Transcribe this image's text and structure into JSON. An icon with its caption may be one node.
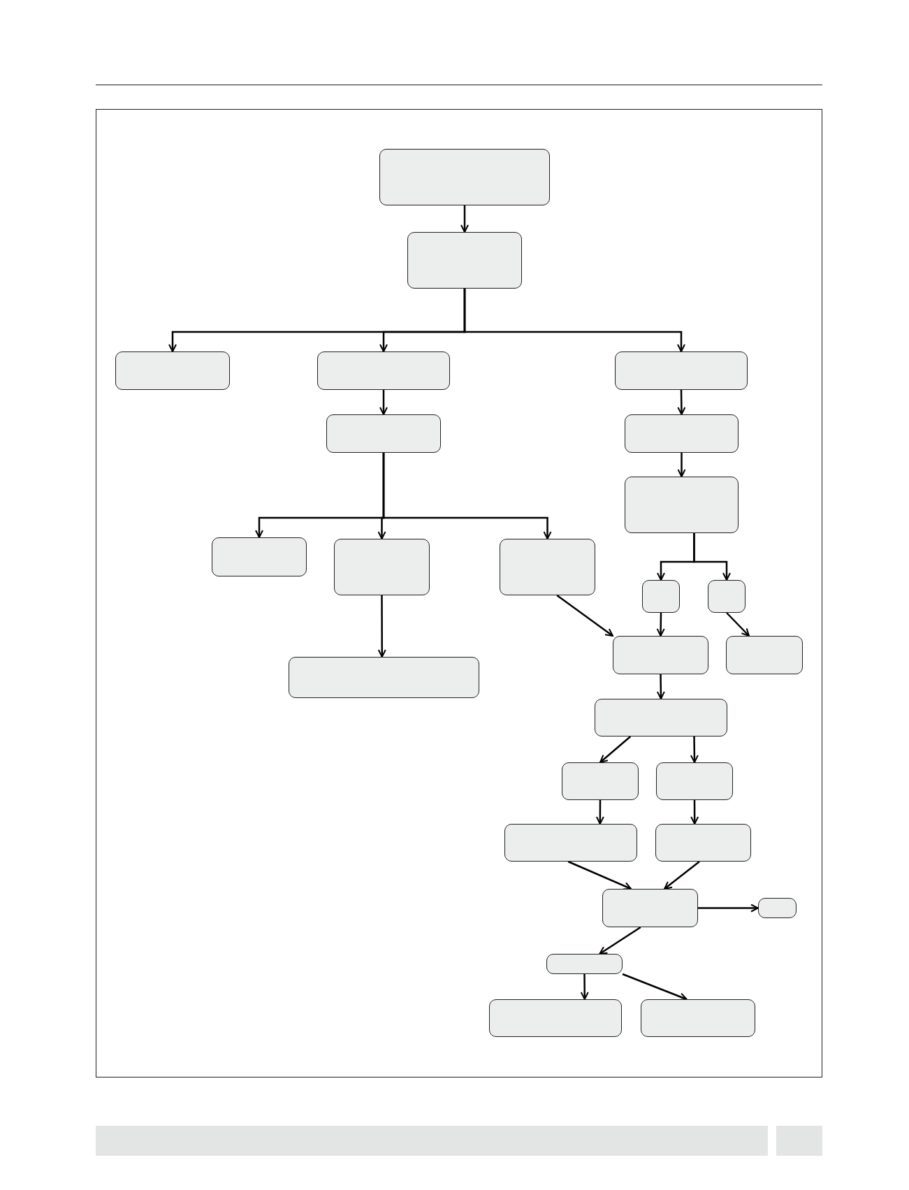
{
  "diagram": {
    "nodes": [
      {
        "text": [],
        "shape": "box"
      },
      {
        "text": [],
        "shape": "box"
      },
      {
        "text": [],
        "shape": "box"
      },
      {
        "text": [],
        "shape": "box"
      },
      {
        "text": [],
        "shape": "box"
      },
      {
        "text": [],
        "shape": "box"
      },
      {
        "text": [],
        "shape": "box"
      },
      {
        "text": [],
        "shape": "box"
      },
      {
        "text": [],
        "shape": "box"
      },
      {
        "text": [],
        "shape": "box"
      },
      {
        "text": [],
        "shape": "box"
      },
      {
        "text": [],
        "shape": "box"
      },
      {
        "text": [],
        "shape": "box"
      },
      {
        "text": [],
        "shape": "box"
      },
      {
        "text": [],
        "shape": "box"
      },
      {
        "text": [],
        "shape": "box"
      },
      {
        "text": [],
        "shape": "box"
      },
      {
        "text": [],
        "shape": "box"
      },
      {
        "text": [],
        "shape": "box"
      },
      {
        "text": [],
        "shape": "box"
      },
      {
        "text": [],
        "shape": "box"
      },
      {
        "text": [],
        "shape": "box"
      },
      {
        "text": [],
        "shape": "box"
      },
      {
        "text": [],
        "shape": "box"
      },
      {
        "text": [],
        "shape": "box"
      },
      {
        "text": [],
        "shape": "box"
      }
    ],
    "edges": [
      {
        "from": 0,
        "to": 1,
        "arrow": "to"
      },
      {
        "from": 1,
        "to": 2,
        "arrow": "to"
      },
      {
        "from": 1,
        "to": 3,
        "arrow": "to"
      },
      {
        "from": 1,
        "to": 4,
        "arrow": "to"
      },
      {
        "from": 3,
        "to": 5,
        "arrow": "to"
      },
      {
        "from": 5,
        "to": 8,
        "arrow": "to"
      },
      {
        "from": 5,
        "to": 9,
        "arrow": "to"
      },
      {
        "from": 5,
        "to": 10,
        "arrow": "to"
      },
      {
        "from": 4,
        "to": 6,
        "arrow": "to"
      },
      {
        "from": 6,
        "to": 7,
        "arrow": "to"
      },
      {
        "from": 7,
        "to": 11,
        "arrow": "to"
      },
      {
        "from": 7,
        "to": 12,
        "arrow": "to"
      },
      {
        "from": 11,
        "to": 13,
        "arrow": "to"
      },
      {
        "from": 12,
        "to": 14,
        "arrow": "to"
      },
      {
        "from": 10,
        "to": 13,
        "arrow": "to"
      },
      {
        "from": 9,
        "to": 15,
        "arrow": "to"
      },
      {
        "from": 13,
        "to": 16,
        "arrow": "to"
      },
      {
        "from": 16,
        "to": 17,
        "arrow": "to"
      },
      {
        "from": 16,
        "to": 18,
        "arrow": "to"
      },
      {
        "from": 17,
        "to": 19,
        "arrow": "to"
      },
      {
        "from": 18,
        "to": 20,
        "arrow": "to"
      },
      {
        "from": 19,
        "to": 21,
        "arrow": "to"
      },
      {
        "from": 20,
        "to": 21,
        "arrow": "to"
      },
      {
        "from": 21,
        "to": 22,
        "arrow": "to"
      },
      {
        "from": 21,
        "to": 23,
        "arrow": "to"
      },
      {
        "from": 23,
        "to": 24,
        "arrow": "to"
      },
      {
        "from": 23,
        "to": 25,
        "arrow": "to"
      }
    ]
  }
}
